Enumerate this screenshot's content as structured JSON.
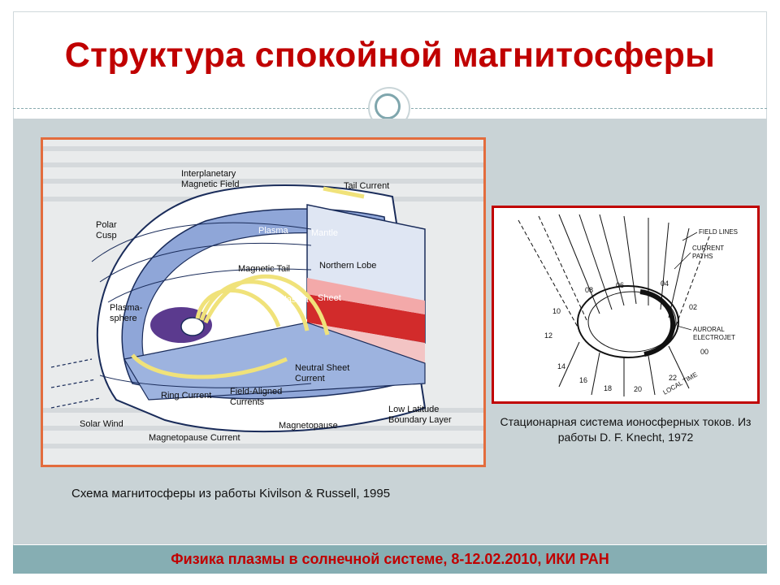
{
  "slide": {
    "title": "Структура спокойной магнитосферы",
    "footer": "Физика плазмы в солнечной системе, 8-12.02.2010, ИКИ РАН"
  },
  "left_figure": {
    "caption": "Схема магнитосферы из работы Kivilson & Russell, 1995",
    "labels": {
      "interplanetary_field": [
        "Interplanetary",
        "Magnetic Field"
      ],
      "tail_current": "Tail Current",
      "polar_cusp": [
        "Polar",
        "Cusp"
      ],
      "plasma_mantle_1": "Plasma",
      "plasma_mantle_2": "Mantle",
      "magnetic_tail": "Magnetic Tail",
      "northern_lobe": "Northern Lobe",
      "plasma_sheet_1": "Plasma",
      "plasma_sheet_2": "Sheet",
      "plasmasphere": [
        "Plasma-",
        "sphere"
      ],
      "neutral_sheet_current": [
        "Neutral Sheet",
        "Current"
      ],
      "ring_current": "Ring Current",
      "field_aligned_currents": [
        "Field-Aligned",
        "Currents"
      ],
      "low_latitude_boundary_layer": [
        "Low Latitude",
        "Boundary Layer"
      ],
      "solar_wind": "Solar Wind",
      "magnetopause": "Magnetopause",
      "magnetopause_current": "Magnetopause Current"
    }
  },
  "right_figure": {
    "caption": "Стационарная система ионосферных токов. Из работы D. F. Knecht, 1972",
    "labels": {
      "field_lines": "FIELD LINES",
      "current_paths": [
        "CURRENT",
        "PATHS"
      ],
      "auroral_electrojet": [
        "AURORAL",
        "ELECTROJET"
      ],
      "local_time": "LOCAL TIME"
    },
    "hour_ticks": [
      "06",
      "04",
      "02",
      "00",
      "22",
      "20",
      "18",
      "16",
      "14",
      "12",
      "10",
      "08"
    ]
  },
  "colors": {
    "title": "#c00000",
    "footer_bar": "#86aeb3",
    "left_frame": "#e36c3d",
    "right_frame": "#c00000"
  }
}
